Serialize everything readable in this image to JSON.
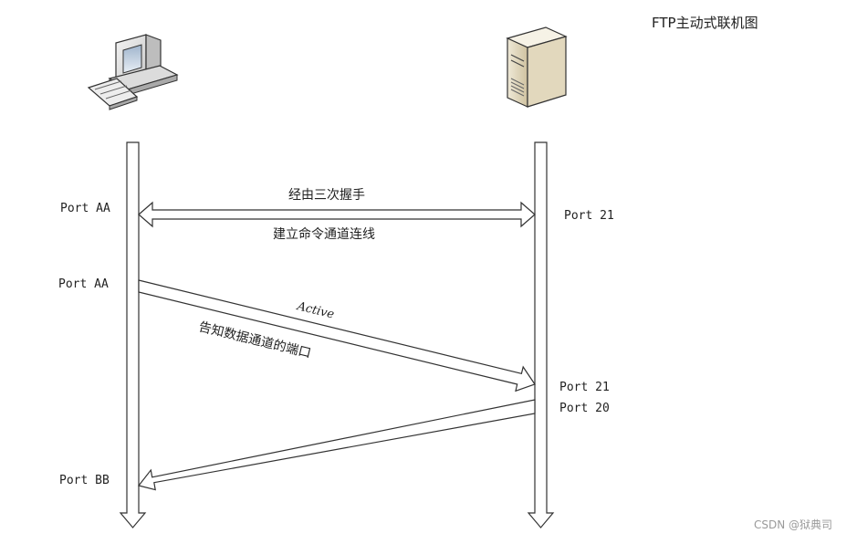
{
  "title": "FTP主动式联机图",
  "watermark": "CSDN @狱典司",
  "icons": {
    "client": "desktop-computer-icon",
    "server": "server-tower-icon"
  },
  "client_ports": {
    "cmd": "Port AA",
    "data_announce": "Port AA",
    "data_recv": "Port BB"
  },
  "server_ports": {
    "cmd": "Port 21",
    "data_cmd": "Port 21",
    "data_src": "Port 20"
  },
  "messages": {
    "handshake_top": "经由三次握手",
    "handshake_bottom": "建立命令通道连线",
    "active": "Active",
    "announce": "告知数据通道的端口"
  }
}
